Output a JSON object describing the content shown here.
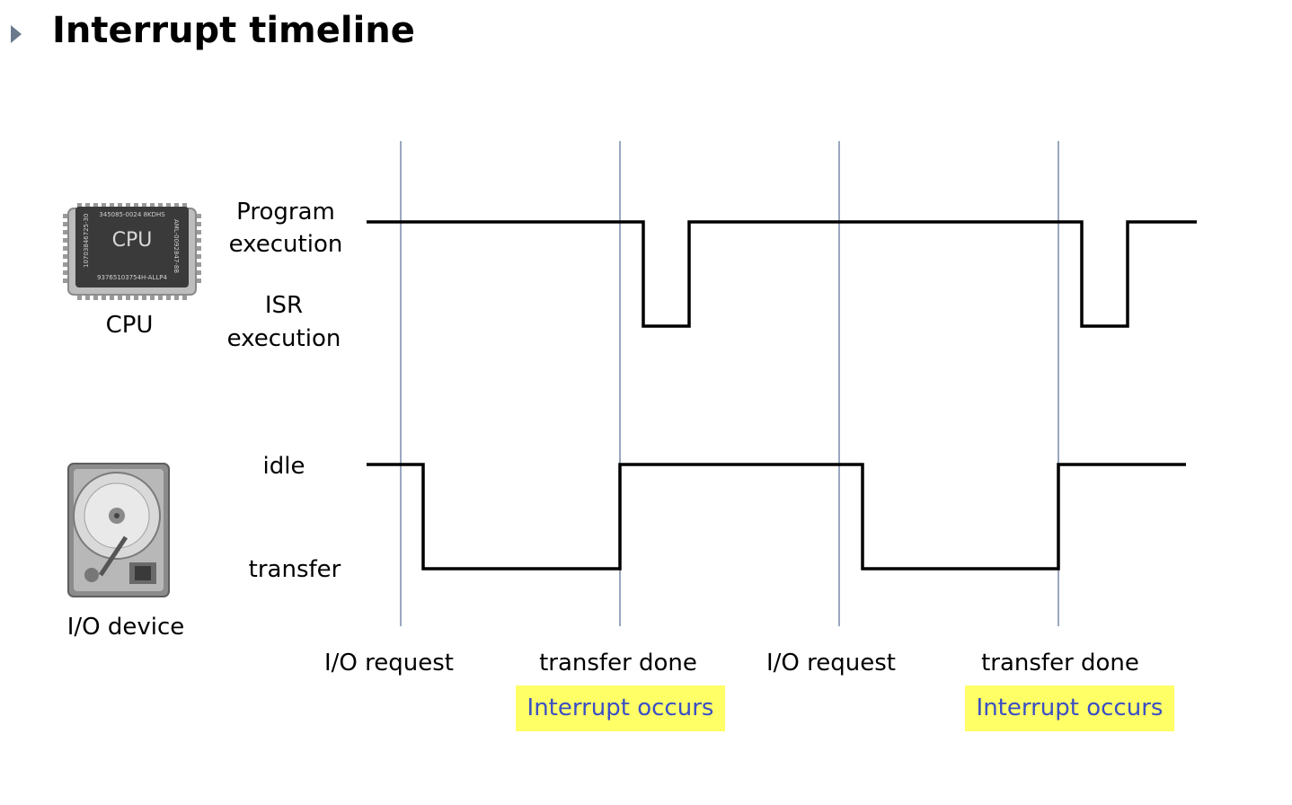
{
  "title": "Interrupt timeline",
  "cpu": {
    "label": "CPU",
    "chip_text": "CPU",
    "chip_top": "345085-0024 8KDHS",
    "chip_bottom": "93765103754H-ALLP4",
    "chip_left": "10703846725-30",
    "chip_right": "AML-0092847-8B"
  },
  "cpu_states": {
    "program_line1": "Program",
    "program_line2": "execution",
    "isr_line1": "ISR",
    "isr_line2": "execution"
  },
  "io": {
    "label": "I/O device",
    "idle": "idle",
    "transfer": "transfer"
  },
  "events": [
    "I/O request",
    "transfer done",
    "I/O request",
    "transfer done"
  ],
  "callouts": [
    "Interrupt occurs",
    "Interrupt occurs"
  ],
  "colors": {
    "callout_bg": "#ffff66",
    "callout_text": "#3b4fc4",
    "guide_line": "#7a8aa8",
    "signal": "#000000"
  }
}
